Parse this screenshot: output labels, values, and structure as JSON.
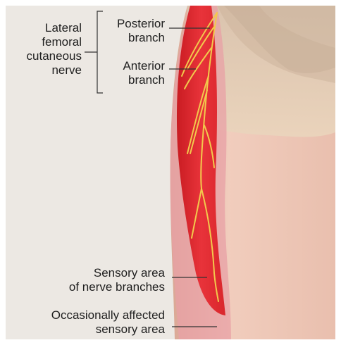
{
  "labels": {
    "nerve": [
      "Lateral",
      "femoral",
      "cutaneous",
      "nerve"
    ],
    "posterior": [
      "Posterior",
      "branch"
    ],
    "anterior": [
      "Anterior",
      "branch"
    ],
    "sensory": [
      "Sensory area",
      "of nerve branches"
    ],
    "occasional": [
      "Occasionally affected",
      "sensory area"
    ]
  },
  "colors": {
    "background": "#ece8e3",
    "skin": "#f0c9b8",
    "shorts": "#e4cdb4",
    "sensory_area": "#e02a2e",
    "occasional_area": "#e8a0a6",
    "nerve": "#f2c94c",
    "leader_line": "#333333"
  }
}
